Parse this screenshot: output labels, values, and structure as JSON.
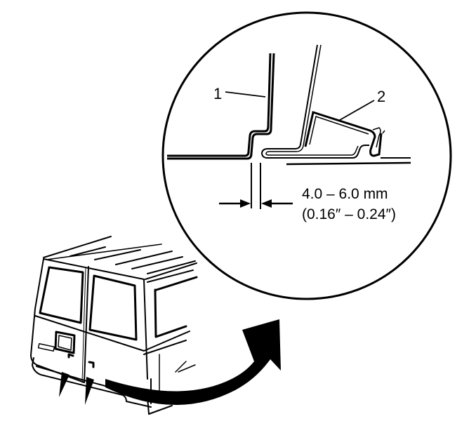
{
  "diagram": {
    "description": "Rear cargo door gap inspection - van rear view with magnified detail",
    "callouts": [
      {
        "id": "1",
        "label": "1"
      },
      {
        "id": "2",
        "label": "2"
      }
    ],
    "dimension": {
      "metric": "4.0 – 6.0 mm",
      "imperial": "(0.16″ – 0.24″)"
    },
    "colors": {
      "line": "#000000",
      "background": "#ffffff"
    }
  }
}
